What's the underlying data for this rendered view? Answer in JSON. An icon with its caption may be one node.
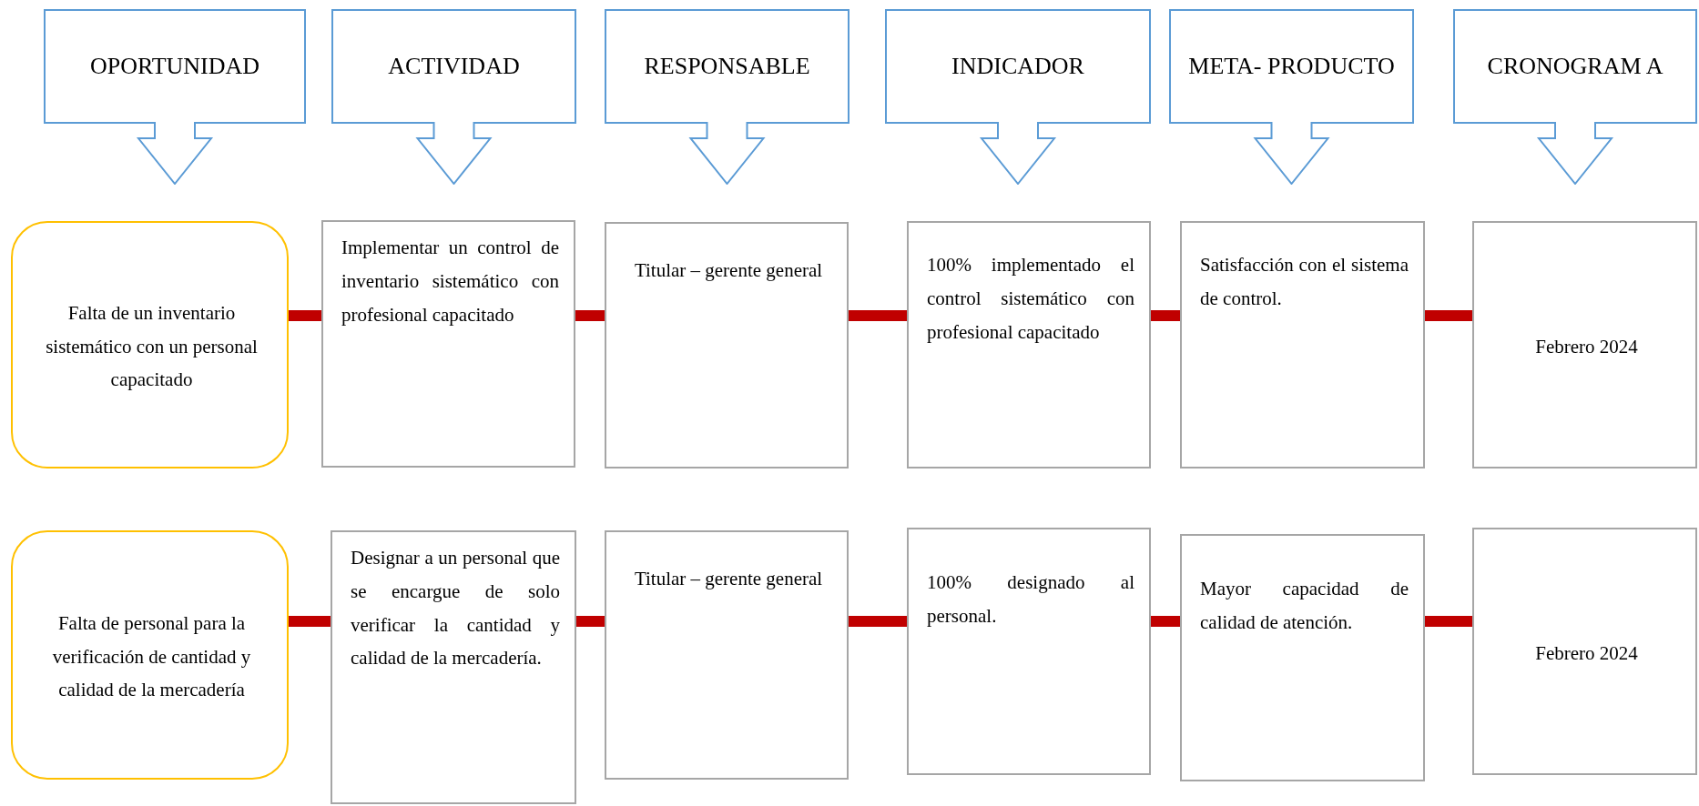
{
  "diagram": {
    "nodes": [
      {
        "text": [
          "OPORTUNIDAD"
        ]
      },
      {
        "text": [
          "ACTIVIDAD"
        ]
      },
      {
        "text": [
          "RESPONSABLE"
        ]
      },
      {
        "text": [
          "INDICADOR"
        ]
      },
      {
        "text": [
          "META- PRODUCTO"
        ]
      },
      {
        "text": [
          "CRONOGRAM A"
        ]
      },
      {
        "text": [
          "Falta de un inventario sistemático con un personal capacitado"
        ]
      },
      {
        "text": [
          "Implementar un control de inventario sistemático con profesional capacitado"
        ]
      },
      {
        "text": [
          "Titular – gerente general"
        ]
      },
      {
        "text": [
          "100% implementado el control sistemático con profesional capacitado"
        ]
      },
      {
        "text": [
          "Satisfacción con el sistema de control."
        ]
      },
      {
        "text": [
          "Febrero 2024"
        ]
      },
      {
        "text": [
          "Falta de personal para la verificación de cantidad y calidad de la mercadería"
        ]
      },
      {
        "text": [
          "Designar a un personal que se encargue de solo verificar la cantidad y calidad de la mercadería."
        ]
      },
      {
        "text": [
          "Titular – gerente general"
        ]
      },
      {
        "text": [
          "100% designado al personal."
        ]
      },
      {
        "text": [
          "Mayor capacidad de calidad de atención."
        ]
      },
      {
        "text": [
          "Febrero 2024"
        ]
      }
    ],
    "edges": [
      {
        "from": 6,
        "to": 7,
        "arrow": "none"
      },
      {
        "from": 7,
        "to": 8,
        "arrow": "none"
      },
      {
        "from": 8,
        "to": 9,
        "arrow": "none"
      },
      {
        "from": 9,
        "to": 10,
        "arrow": "none"
      },
      {
        "from": 10,
        "to": 11,
        "arrow": "none"
      },
      {
        "from": 12,
        "to": 13,
        "arrow": "none"
      },
      {
        "from": 13,
        "to": 14,
        "arrow": "none"
      },
      {
        "from": 14,
        "to": 15,
        "arrow": "none"
      },
      {
        "from": 15,
        "to": 16,
        "arrow": "none"
      },
      {
        "from": 16,
        "to": 17,
        "arrow": "none"
      }
    ]
  }
}
